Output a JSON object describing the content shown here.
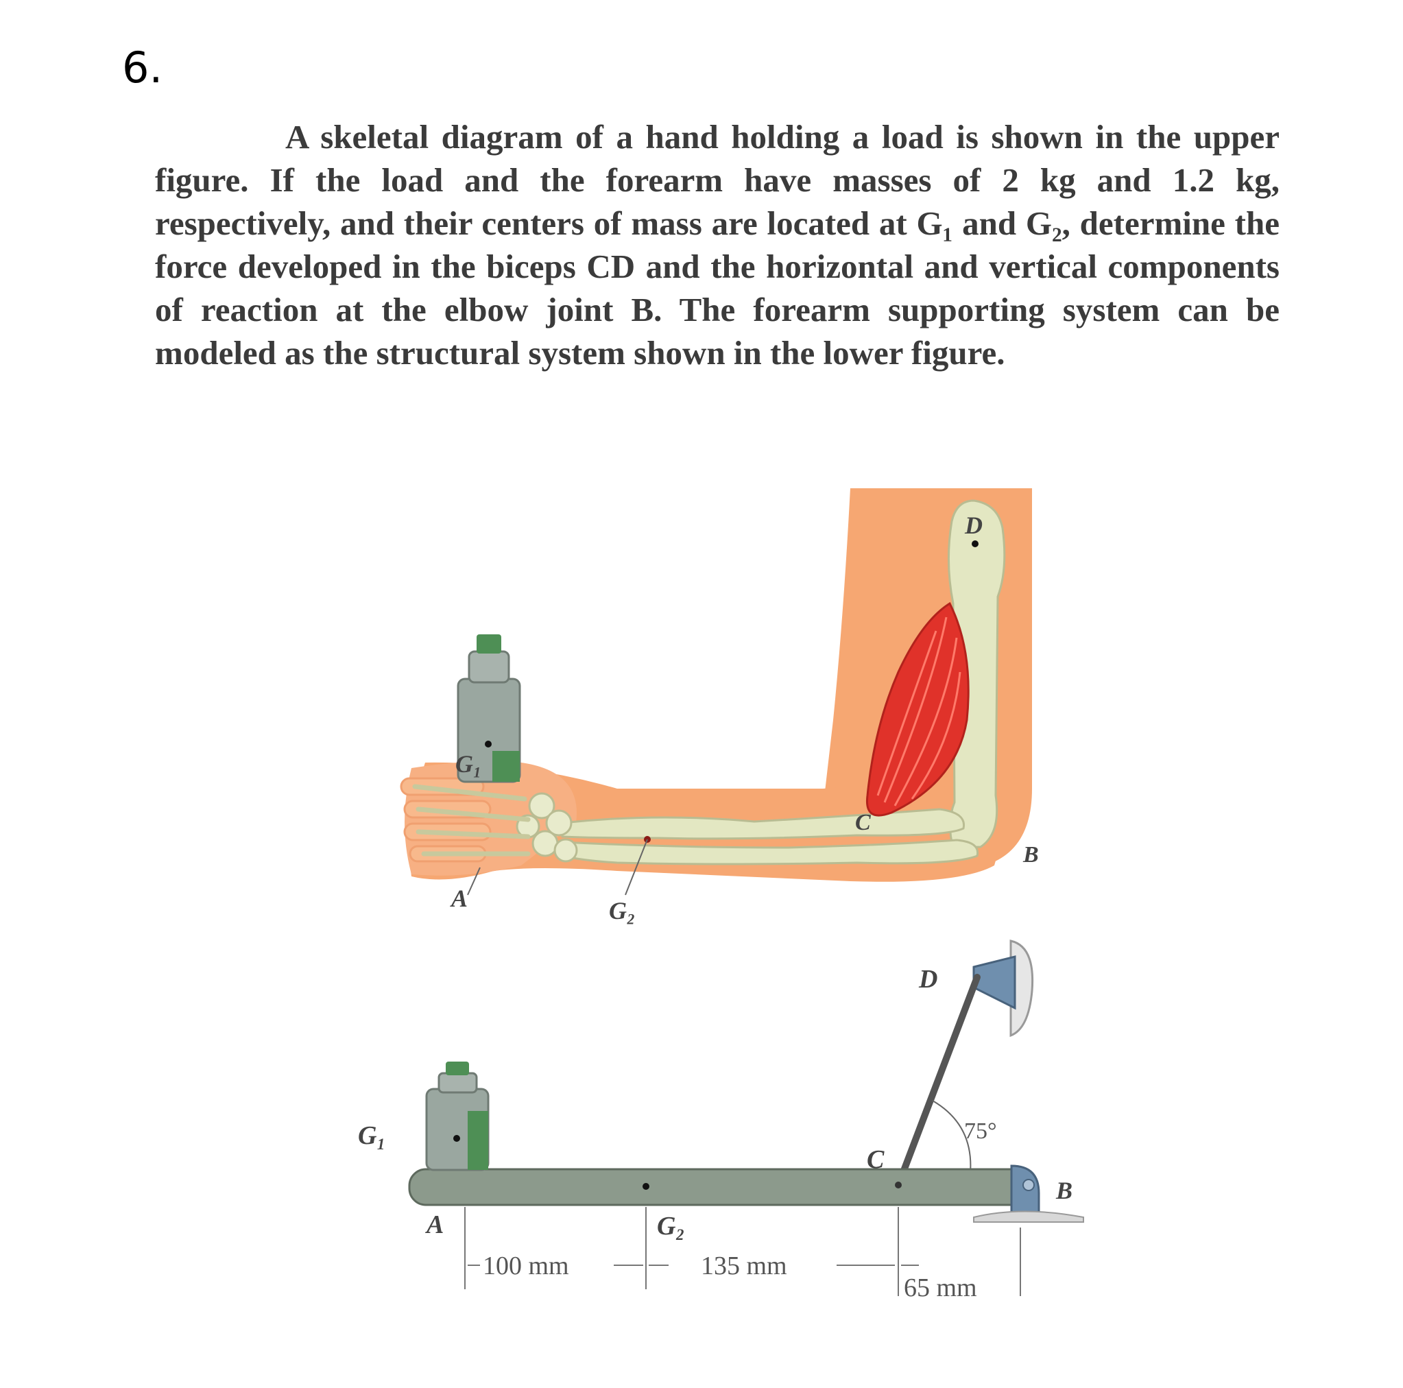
{
  "question_number": "6.",
  "problem_text": "A skeletal diagram of a hand holding a load is shown in the upper figure. If the load and the forearm have masses of 2 kg and 1.2 kg, respectively, and their centers of mass are located at G₁ and G₂, determine the force developed in the biceps CD and the horizontal and vertical components of reaction at the elbow joint B. The forearm supporting system can be modeled as the structural system shown in the lower figure.",
  "upper_figure": {
    "labels": {
      "d": "D",
      "g1": "G₁",
      "c": "C",
      "b": "B",
      "a": "A",
      "g2": "G₂"
    }
  },
  "lower_figure": {
    "labels": {
      "d": "D",
      "g1": "G₁",
      "c": "C",
      "b": "B",
      "a": "A",
      "g2": "G₂"
    },
    "angle_label": "75°",
    "dimensions": {
      "d1": "100 mm",
      "d2": "135 mm",
      "d3": "65 mm"
    }
  },
  "colors": {
    "skin": "#f6a772",
    "bone": "#e3e7c2",
    "muscle": "#e0322a",
    "beam": "#8c9a8c",
    "can_body": "#9aa7a0",
    "can_cap": "#4e8f55"
  }
}
